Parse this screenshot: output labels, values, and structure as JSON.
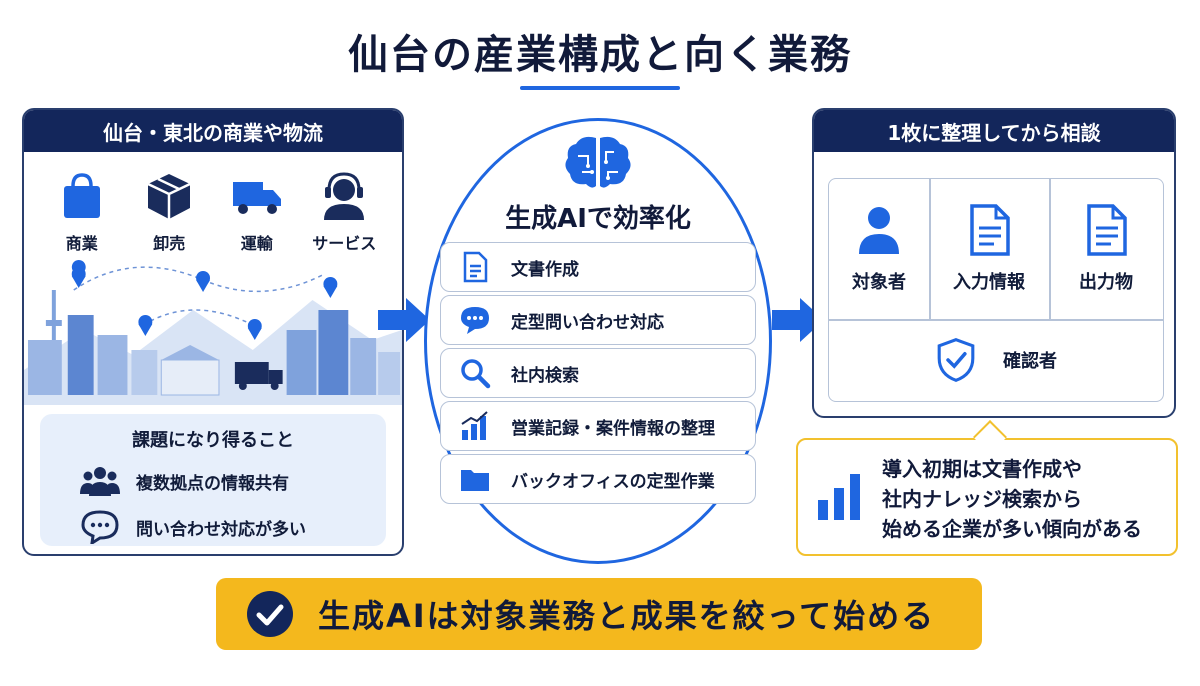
{
  "title": "仙台の産業構成と向く業務",
  "left_panel": {
    "header": "仙台・東北の商業や物流",
    "categories": [
      {
        "label": "商業",
        "icon": "shopping-bag-icon"
      },
      {
        "label": "卸売",
        "icon": "box-icon"
      },
      {
        "label": "運輸",
        "icon": "truck-icon"
      },
      {
        "label": "サービス",
        "icon": "headset-icon"
      }
    ],
    "issues": {
      "title": "課題になり得ること",
      "items": [
        {
          "label": "複数拠点の情報共有",
          "icon": "group-icon"
        },
        {
          "label": "問い合わせ対応が多い",
          "icon": "chat-bubble-icon"
        }
      ]
    }
  },
  "center": {
    "title": "生成AIで効率化",
    "tasks": [
      {
        "label": "文書作成",
        "icon": "document-icon"
      },
      {
        "label": "定型問い合わせ対応",
        "icon": "chat-icon"
      },
      {
        "label": "社内検索",
        "icon": "search-icon"
      },
      {
        "label": "営業記録・案件情報の整理",
        "icon": "bar-chart-icon"
      },
      {
        "label": "バックオフィスの定型作業",
        "icon": "folder-icon"
      }
    ]
  },
  "right_panel": {
    "header": "1枚に整理してから相談",
    "cells": [
      {
        "label": "対象者",
        "icon": "person-icon"
      },
      {
        "label": "入力情報",
        "icon": "document-icon"
      },
      {
        "label": "出力物",
        "icon": "document-icon"
      },
      {
        "label": "確認者",
        "icon": "shield-check-icon"
      }
    ]
  },
  "callout": {
    "lines": [
      "導入初期は文書作成や",
      "社内ナレッジ検索から",
      "始める企業が多い傾向がある"
    ]
  },
  "banner": {
    "text": "生成AIは対象業務と成果を絞って始める"
  },
  "colors": {
    "navy": "#13265b",
    "blue": "#1f66e0",
    "yellow": "#f4b81d",
    "light_blue_bg": "#e7effb"
  }
}
